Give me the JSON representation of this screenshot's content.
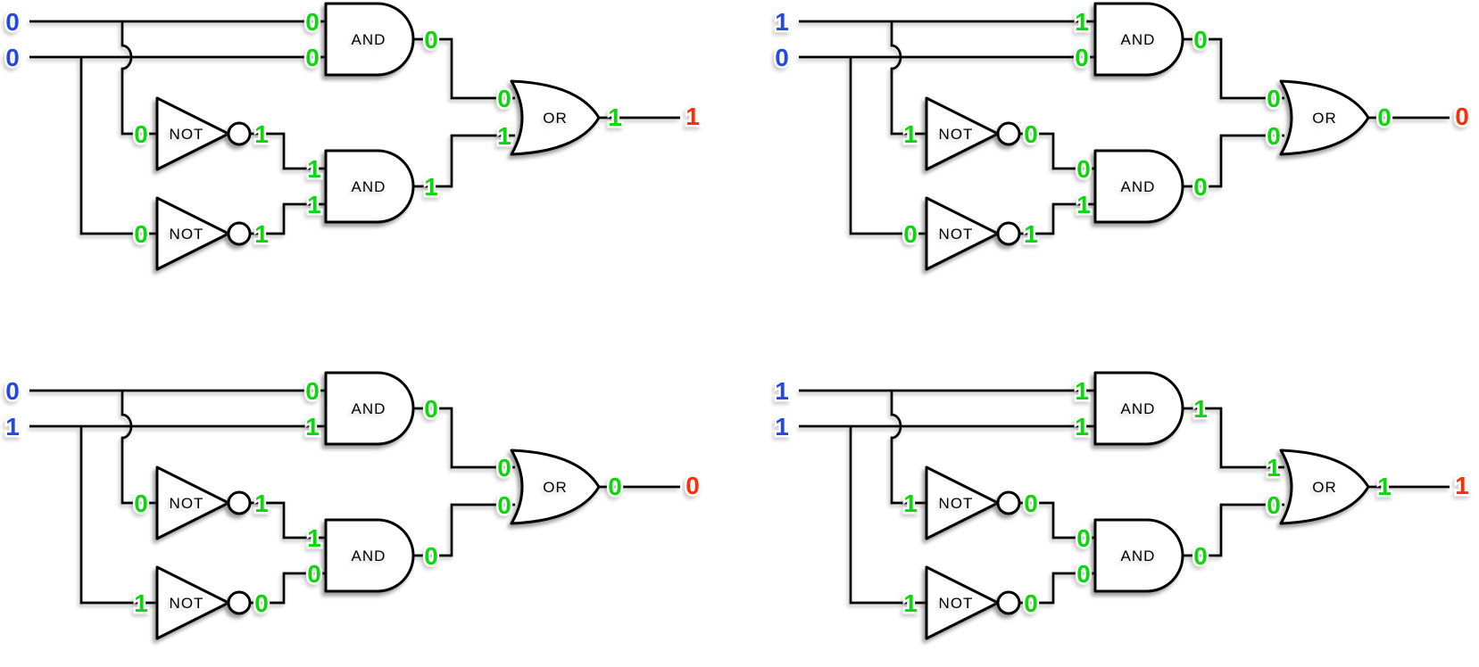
{
  "palette": {
    "input_value_color": "#2448e0",
    "signal_value_color": "#0cd60c",
    "final_output_color": "#fb2e05",
    "wire_color": "#000000",
    "gate_fill": "#ffffff",
    "gate_stroke": "#000000"
  },
  "gate_labels": {
    "and": "AND",
    "or": "OR",
    "not": "NOT"
  },
  "circuits": [
    {
      "input_a": "0",
      "input_b": "0",
      "and1_in1": "0",
      "and1_in2": "0",
      "and1_out": "0",
      "not1_in": "0",
      "not1_out": "1",
      "not2_in": "0",
      "not2_out": "1",
      "and2_in1": "1",
      "and2_in2": "1",
      "and2_out": "1",
      "or_in1": "0",
      "or_in2": "1",
      "or_out": "1",
      "output": "1"
    },
    {
      "input_a": "1",
      "input_b": "0",
      "and1_in1": "1",
      "and1_in2": "0",
      "and1_out": "0",
      "not1_in": "1",
      "not1_out": "0",
      "not2_in": "0",
      "not2_out": "1",
      "and2_in1": "0",
      "and2_in2": "1",
      "and2_out": "0",
      "or_in1": "0",
      "or_in2": "0",
      "or_out": "0",
      "output": "0"
    },
    {
      "input_a": "0",
      "input_b": "1",
      "and1_in1": "0",
      "and1_in2": "1",
      "and1_out": "0",
      "not1_in": "0",
      "not1_out": "1",
      "not2_in": "1",
      "not2_out": "0",
      "and2_in1": "1",
      "and2_in2": "0",
      "and2_out": "0",
      "or_in1": "0",
      "or_in2": "0",
      "or_out": "0",
      "output": "0"
    },
    {
      "input_a": "1",
      "input_b": "1",
      "and1_in1": "1",
      "and1_in2": "1",
      "and1_out": "1",
      "not1_in": "1",
      "not1_out": "0",
      "not2_in": "1",
      "not2_out": "0",
      "and2_in1": "0",
      "and2_in2": "0",
      "and2_out": "0",
      "or_in1": "1",
      "or_in2": "0",
      "or_out": "1",
      "output": "1"
    }
  ]
}
